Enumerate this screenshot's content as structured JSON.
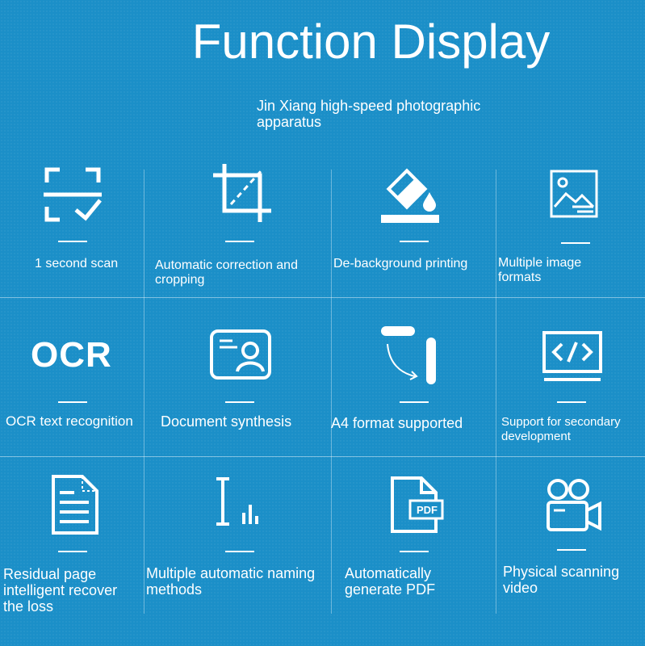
{
  "header": {
    "title": "Function Display",
    "subtitle": "Jin Xiang high-speed photographic apparatus"
  },
  "features": [
    {
      "label": "1 second scan",
      "icon": "scan-check-icon"
    },
    {
      "label": "Automatic correction and cropping",
      "icon": "crop-icon"
    },
    {
      "label": "De-background printing",
      "icon": "paint-bucket-icon"
    },
    {
      "label": "Multiple image formats",
      "icon": "image-icon"
    },
    {
      "label": "OCR text recognition",
      "icon": "ocr-icon"
    },
    {
      "label": "Document synthesis",
      "icon": "id-card-icon"
    },
    {
      "label": "A4 format supported",
      "icon": "a4-format-icon"
    },
    {
      "label": "Support for secondary development",
      "icon": "code-monitor-icon"
    },
    {
      "label": "Residual page intelligent recover the loss",
      "icon": "document-icon"
    },
    {
      "label": "Multiple automatic naming methods",
      "icon": "naming-icon"
    },
    {
      "label": "Automatically generate PDF",
      "icon": "pdf-icon"
    },
    {
      "label": "Physical scanning video",
      "icon": "video-camera-icon"
    }
  ],
  "icon_text": {
    "ocr": "OCR",
    "pdf": "PDF"
  },
  "colors": {
    "background": "#1b8fc8",
    "foreground": "#ffffff"
  }
}
